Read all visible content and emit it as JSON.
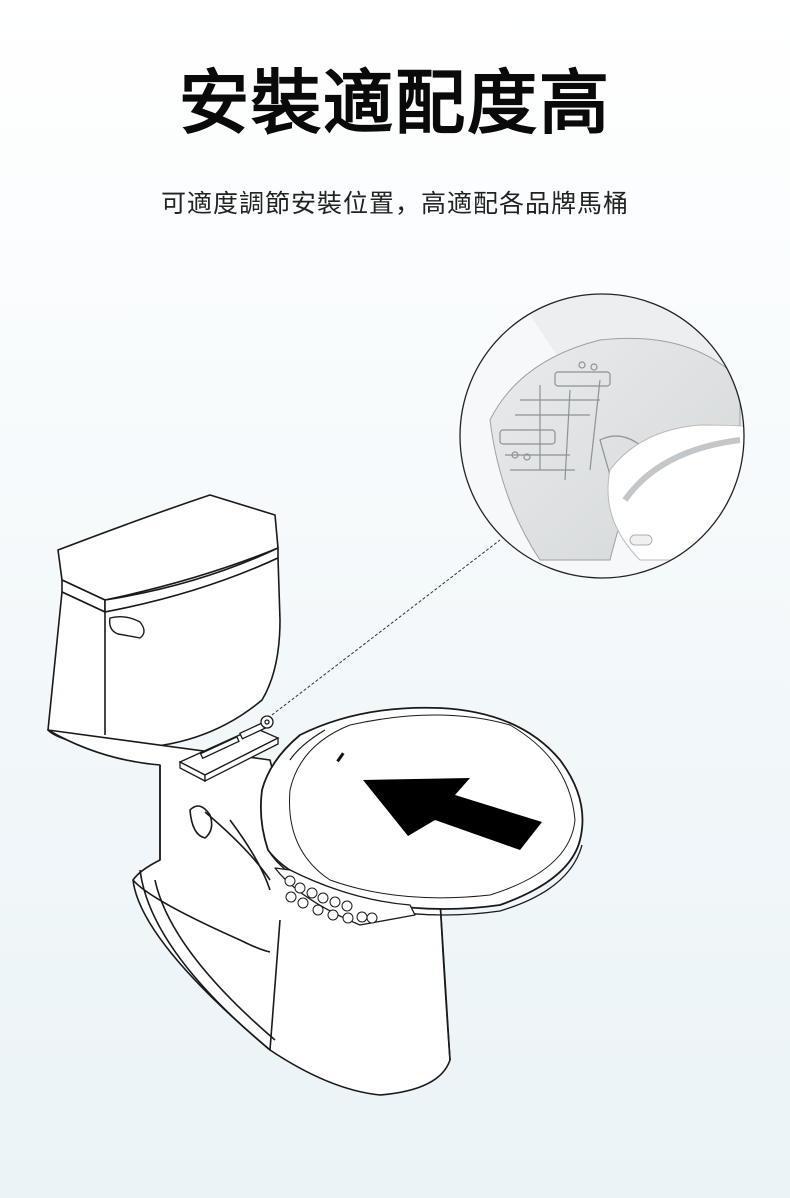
{
  "header": {
    "title": "安裝適配度高",
    "subtitle": "可適度調節安裝位置，高適配各品牌馬桶"
  },
  "illustration": {
    "subject": "toilet-with-smart-seat",
    "detail_callout": "underside-mounting-bracket-closeup",
    "arrow_direction": "up-left",
    "colors": {
      "line": "#1a1a1a",
      "arrow": "#000000",
      "background_top": "#ffffff",
      "background_bottom": "#ebf3f7",
      "callout_fill": "#f2f3f4"
    }
  }
}
